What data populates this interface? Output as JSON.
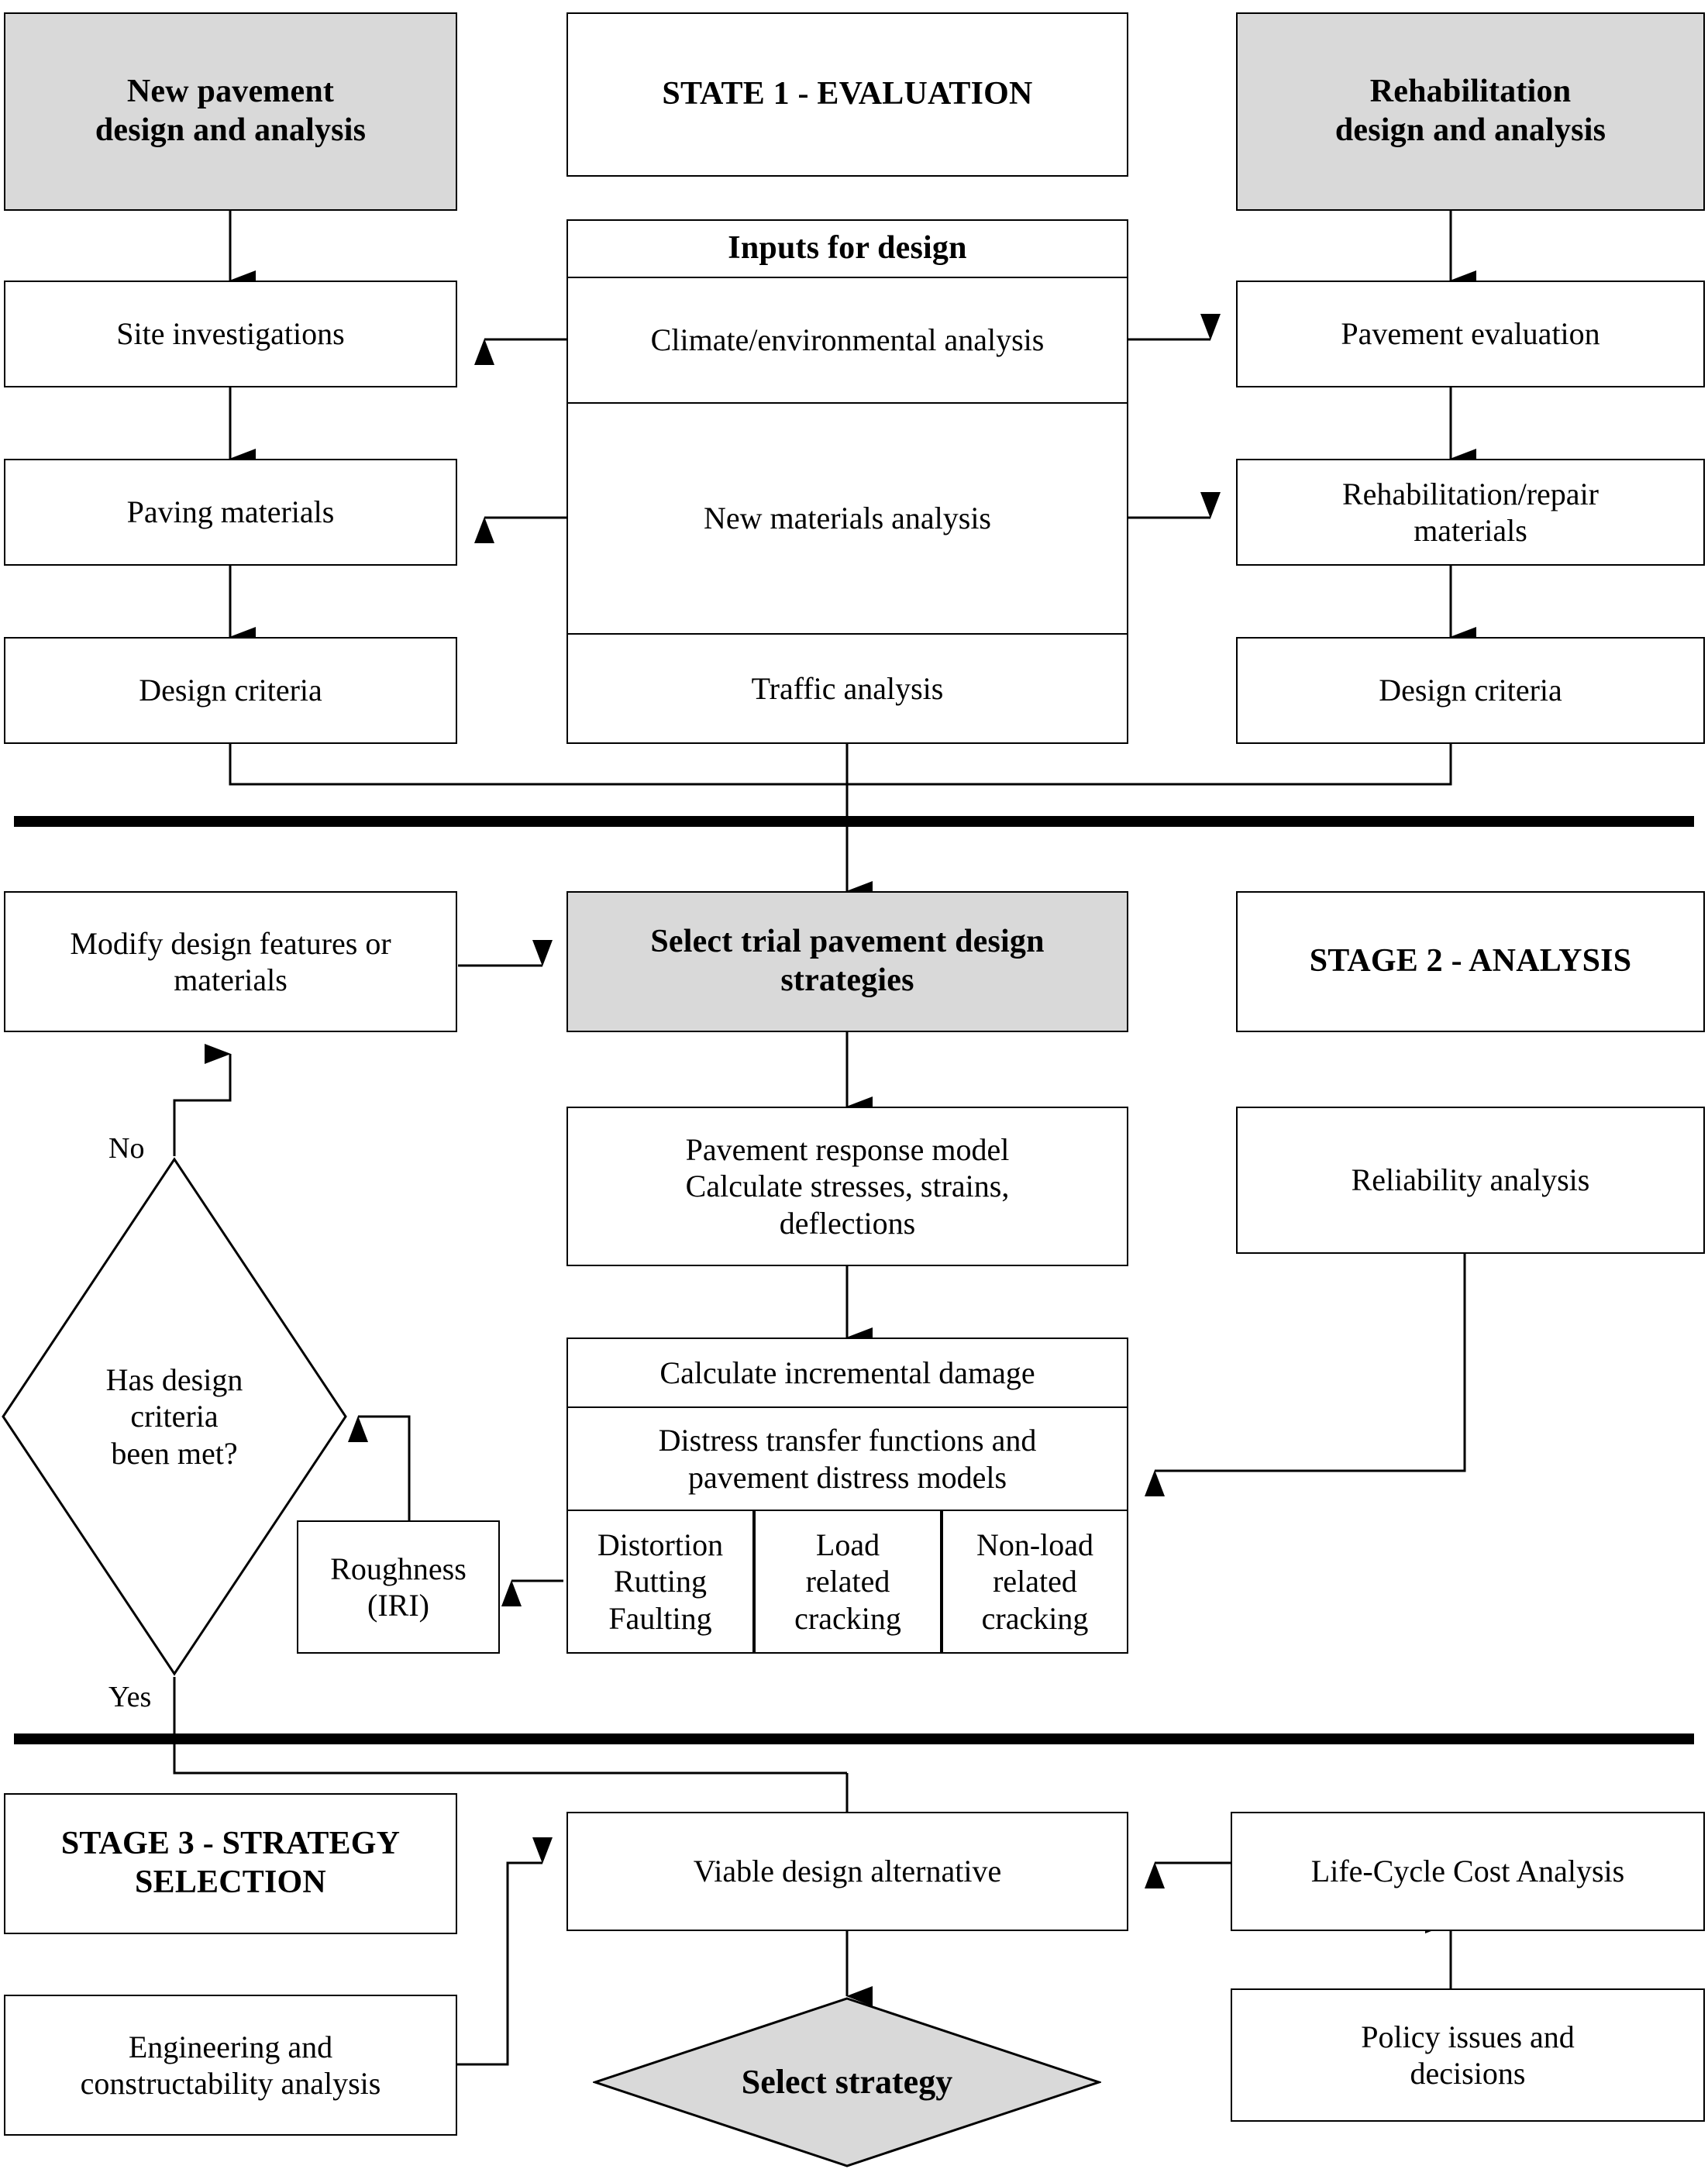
{
  "diagram": {
    "title_row": {
      "left": "New pavement\ndesign and analysis",
      "center": "STATE 1 - EVALUATION",
      "right": "Rehabilitation\ndesign and analysis"
    },
    "stage1": {
      "inputs_header": "Inputs for design",
      "inputs": [
        "Climate/environmental analysis",
        "New materials analysis",
        "Traffic analysis"
      ],
      "left_column": [
        "Site investigations",
        "Paving materials",
        "Design criteria"
      ],
      "right_column": [
        "Pavement evaluation",
        "Rehabilitation/repair\nmaterials",
        "Design criteria"
      ]
    },
    "stage2": {
      "heading": "STAGE 2 - ANALYSIS",
      "modify": "Modify design features or\nmaterials",
      "select_trial": "Select trial pavement design\nstrategies",
      "response_model": "Pavement response model\nCalculate stresses, strains,\ndeflections",
      "reliability": "Reliability analysis",
      "incremental_damage": "Calculate incremental damage",
      "transfer_functions": "Distress transfer functions and\npavement distress models",
      "distress_cells": [
        "Distortion\nRutting\nFaulting",
        "Load\nrelated\ncracking",
        "Non-load\nrelated\ncracking"
      ],
      "roughness": "Roughness\n(IRI)",
      "decision": "Has design\ncriteria\nbeen met?",
      "decision_no": "No",
      "decision_yes": "Yes"
    },
    "stage3": {
      "heading": "STAGE 3 - STRATEGY\nSELECTION",
      "engineering": "Engineering and\nconstructability analysis",
      "viable": "Viable design alternative",
      "lcca": "Life-Cycle Cost Analysis",
      "policy": "Policy issues and\ndecisions",
      "select_strategy": "Select strategy"
    },
    "colors": {
      "shaded_fill": "#d9d9d9",
      "stroke": "#000000",
      "background": "#ffffff"
    }
  }
}
